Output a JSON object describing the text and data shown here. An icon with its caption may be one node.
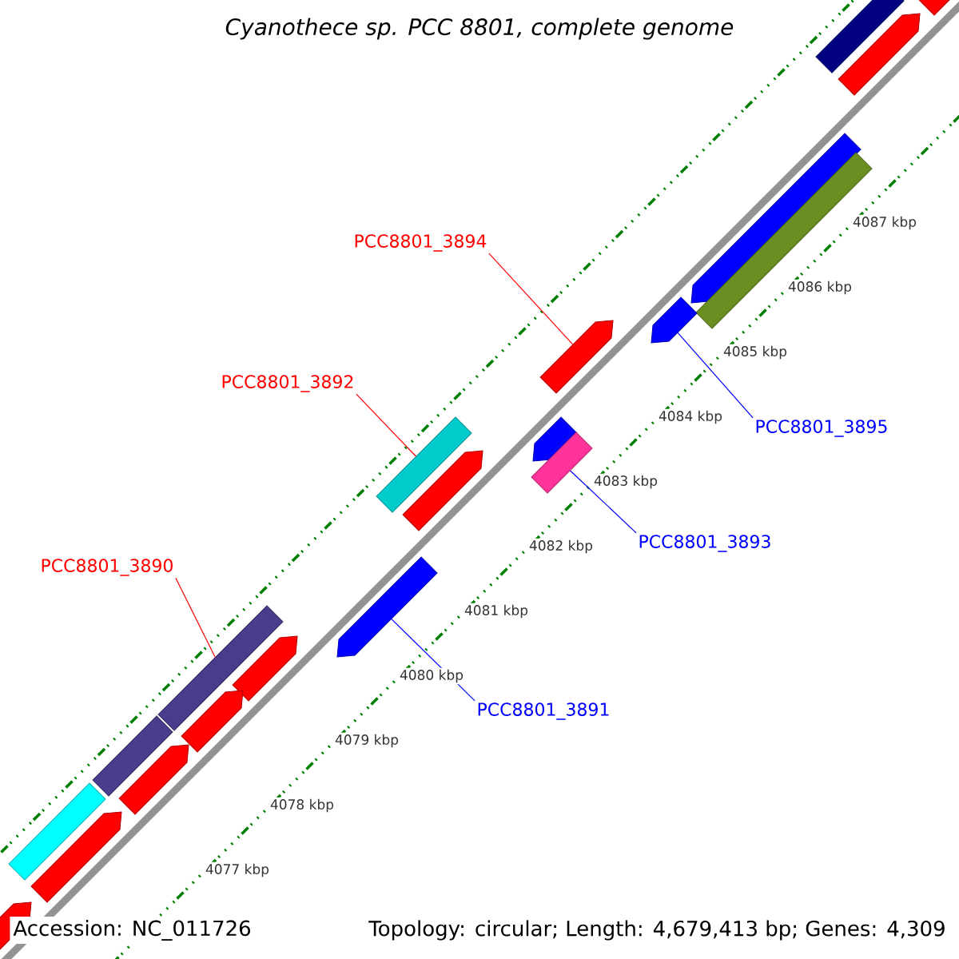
{
  "diagram": {
    "title": "*Cyanothece sp.* PCC 8801, complete genome",
    "nodes": [
      {
        "text": [
          "PCC8801_3894"
        ]
      },
      {
        "text": [
          "PCC8801_3892"
        ]
      },
      {
        "text": [
          "PCC8801_3895"
        ]
      },
      {
        "text": [
          "PCC8801_3893"
        ]
      },
      {
        "text": [
          "PCC8801_3890"
        ]
      },
      {
        "text": [
          "PCC8801_3891"
        ]
      },
      {
        "text": [],
        "shape": "bar"
      },
      {
        "text": [],
        "shape": "bar"
      },
      {
        "text": [],
        "shape": "bar"
      },
      {
        "text": [],
        "shape": "bar"
      },
      {
        "text": [],
        "shape": "bar"
      },
      {
        "text": [],
        "shape": "bar"
      },
      {
        "text": [],
        "shape": "bar"
      },
      {
        "text": [],
        "shape": "bar"
      },
      {
        "text": [],
        "shape": "bar"
      },
      {
        "text": [],
        "shape": "bar"
      },
      {
        "text": [],
        "shape": "bar"
      },
      {
        "text": [],
        "shape": "bar"
      },
      {
        "text": [],
        "shape": "bar"
      },
      {
        "text": [],
        "shape": "bar"
      },
      {
        "text": [],
        "shape": "bar"
      },
      {
        "text": [],
        "shape": "bar"
      },
      {
        "text": [],
        "shape": "bar"
      },
      {
        "text": [],
        "shape": "bar"
      },
      {
        "text": [],
        "shape": "bar"
      },
      {
        "text": [],
        "shape": "bar"
      }
    ],
    "edges": [
      {
        "from": 0,
        "to": 12,
        "arrow": "none",
        "color": "#ff0000"
      },
      {
        "from": 1,
        "to": 15,
        "arrow": "none",
        "color": "#ff0000"
      },
      {
        "from": 2,
        "to": 11,
        "arrow": "none",
        "color": "#0000ff"
      },
      {
        "from": 3,
        "to": 14,
        "arrow": "none",
        "color": "#0000ff"
      },
      {
        "from": 4,
        "to": 19,
        "arrow": "none",
        "color": "#ff0000"
      },
      {
        "from": 5,
        "to": 17,
        "arrow": "none",
        "color": "#0000ff"
      }
    ],
    "labels": [
      "4087 kbp",
      "4086 kbp",
      "4085 kbp",
      "4084 kbp",
      "4083 kbp",
      "4082 kbp",
      "4081 kbp",
      "4080 kbp",
      "4079 kbp",
      "4078 kbp",
      "4077 kbp",
      "Accession: NC_011726",
      "Topology: circular; Length: 4,679,413 bp; Genes: 4,309"
    ]
  }
}
